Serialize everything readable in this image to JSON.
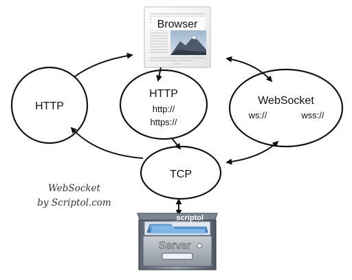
{
  "browser": {
    "label": "Browser"
  },
  "http_left": {
    "label": "HTTP"
  },
  "http_center": {
    "label": "HTTP",
    "line1": "http://",
    "line2": "https://"
  },
  "websocket": {
    "label": "WebSocket",
    "scheme_ws": "ws://",
    "scheme_wss": "wss://"
  },
  "tcp": {
    "label": "TCP"
  },
  "credit": {
    "line1": "WebSocket",
    "line2": "by Scriptol.com"
  },
  "server": {
    "label": "Server",
    "brand": "scriptol"
  }
}
